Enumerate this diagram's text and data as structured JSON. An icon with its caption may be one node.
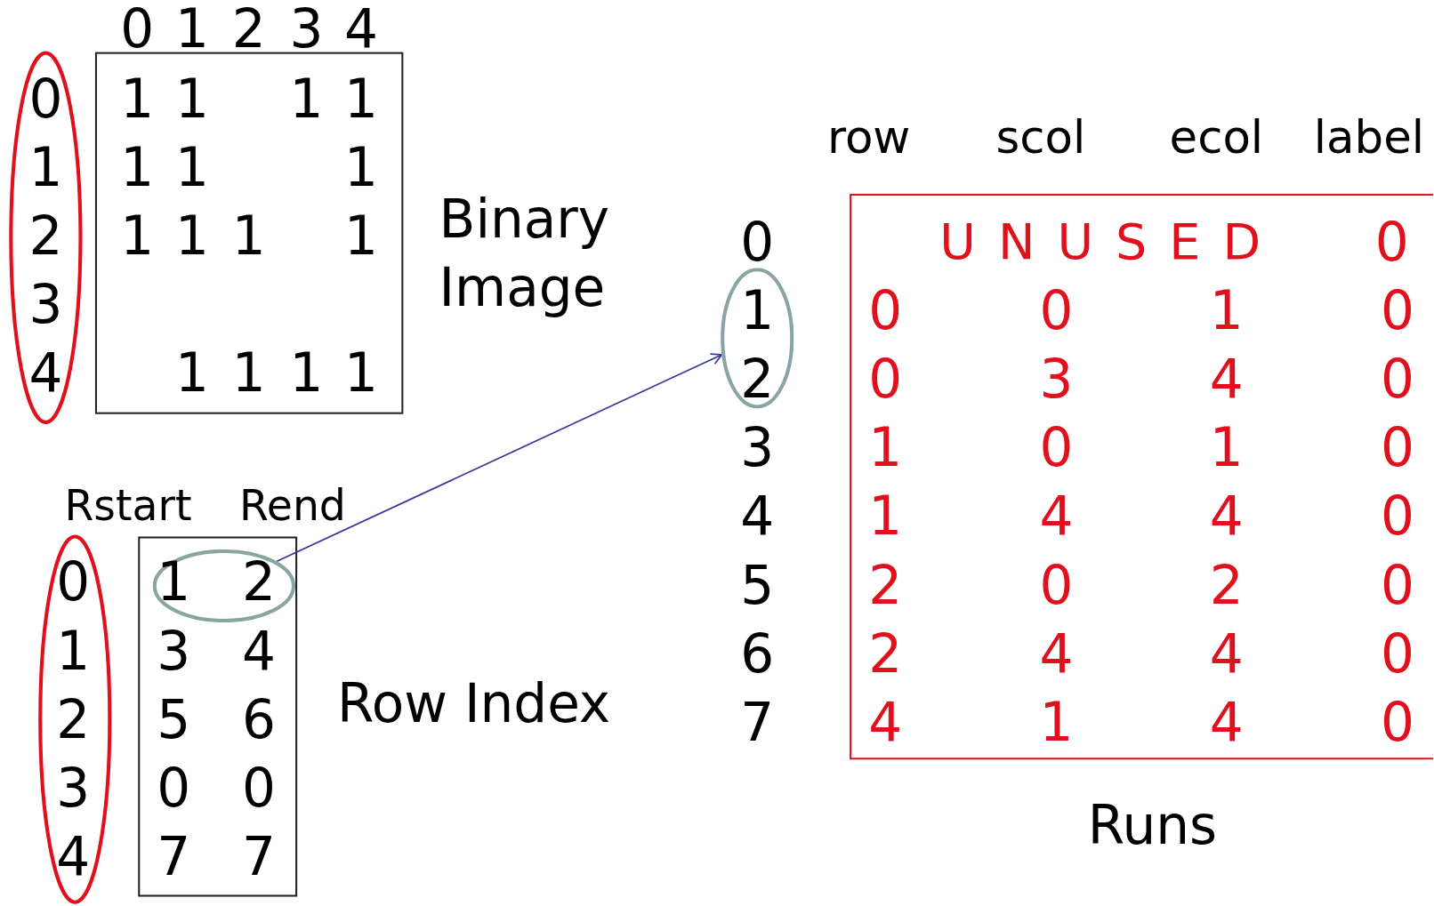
{
  "diagram": {
    "nodes": [
      {
        "text": [
          "1",
          "2"
        ]
      },
      {
        "text": [
          "1",
          "2"
        ]
      }
    ],
    "edges": [
      {
        "from": 0,
        "to": 1,
        "arrow": "to"
      }
    ],
    "labels": [
      "0",
      "1",
      "2",
      "3",
      "4",
      "0",
      "1",
      "1",
      "1",
      "1",
      "1",
      "1",
      "1",
      "1",
      "2",
      "1",
      "1",
      "1",
      "1",
      "3",
      "4",
      "1",
      "1",
      "1",
      "1",
      "Binary Image",
      "row",
      "scol",
      "ecol",
      "label",
      "0",
      "UNUSED",
      "0",
      "0",
      "0",
      "1",
      "0",
      "0",
      "3",
      "4",
      "0",
      "3",
      "1",
      "0",
      "1",
      "0",
      "4",
      "1",
      "4",
      "4",
      "0",
      "5",
      "2",
      "0",
      "2",
      "0",
      "6",
      "2",
      "4",
      "4",
      "0",
      "7",
      "4",
      "1",
      "4",
      "0",
      "Runs",
      "Rstart",
      "Rend",
      "0",
      "1",
      "3",
      "4",
      "2",
      "5",
      "6",
      "3",
      "0",
      "0",
      "4",
      "7",
      "7",
      "Row Index"
    ]
  }
}
